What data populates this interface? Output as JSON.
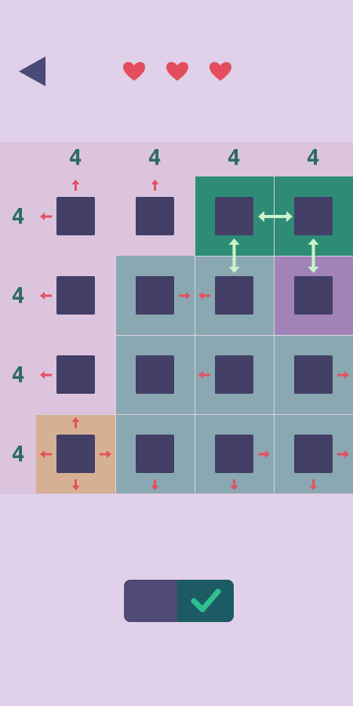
{
  "header": {
    "back_icon": "back-triangle-icon",
    "lives": [
      {
        "icon": "heart-icon"
      },
      {
        "icon": "heart-icon"
      },
      {
        "icon": "heart-icon"
      }
    ]
  },
  "board": {
    "col_clues": [
      "4",
      "4",
      "4",
      "4"
    ],
    "row_clues": [
      "4",
      "4",
      "4",
      "4"
    ],
    "cells": [
      [
        "pink",
        "pink",
        "green",
        "green"
      ],
      [
        "pink",
        "blue",
        "blue",
        "purple"
      ],
      [
        "pink",
        "blue",
        "blue",
        "blue"
      ],
      [
        "orange",
        "blue",
        "blue",
        "blue"
      ]
    ]
  },
  "controls": {
    "submit_icon": "checkmark-icon"
  },
  "colors": {
    "background": "#e0d0ea",
    "clue_text": "#2c6a67",
    "square": "#433f67",
    "heart": "#e34d5e",
    "arrow_red": "#e55160",
    "arrow_green": "#c9f5c9"
  }
}
